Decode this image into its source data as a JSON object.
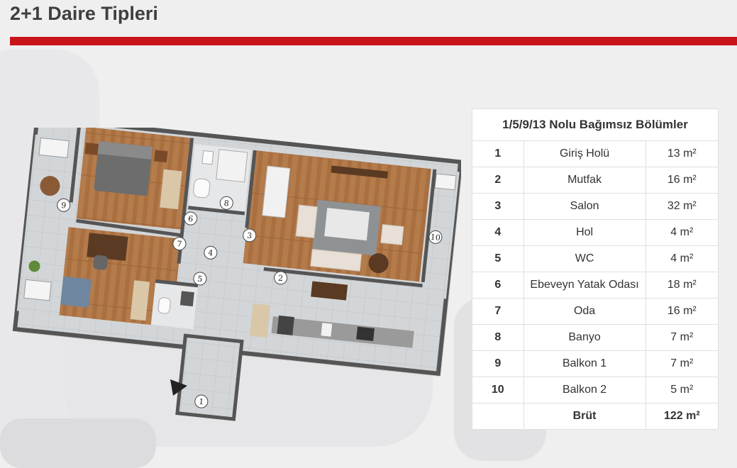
{
  "page": {
    "title": "2+1 Daire Tipleri"
  },
  "colors": {
    "accent": "#c8131a",
    "background": "#efeff0",
    "wood_floor": "#b27a4a",
    "tile_floor": "#cfd2d4",
    "wall": "#5a5a5a"
  },
  "floor_plan": {
    "room_markers": [
      "1",
      "2",
      "3",
      "4",
      "5",
      "6",
      "7",
      "8",
      "9",
      "10"
    ]
  },
  "table": {
    "title": "1/5/9/13 Nolu Bağımsız Bölümler",
    "rows": [
      {
        "num": "1",
        "room": "Giriş Holü",
        "area": "13 m²"
      },
      {
        "num": "2",
        "room": "Mutfak",
        "area": "16 m²"
      },
      {
        "num": "3",
        "room": "Salon",
        "area": "32 m²"
      },
      {
        "num": "4",
        "room": "Hol",
        "area": "4 m²"
      },
      {
        "num": "5",
        "room": "WC",
        "area": "4 m²"
      },
      {
        "num": "6",
        "room": "Ebeveyn Yatak Odası",
        "area": "18 m²"
      },
      {
        "num": "7",
        "room": "Oda",
        "area": "16 m²"
      },
      {
        "num": "8",
        "room": "Banyo",
        "area": "7 m²"
      },
      {
        "num": "9",
        "room": "Balkon 1",
        "area": "7 m²"
      },
      {
        "num": "10",
        "room": "Balkon 2",
        "area": "5 m²"
      }
    ],
    "total": {
      "label": "Brüt",
      "area": "122 m²"
    }
  }
}
